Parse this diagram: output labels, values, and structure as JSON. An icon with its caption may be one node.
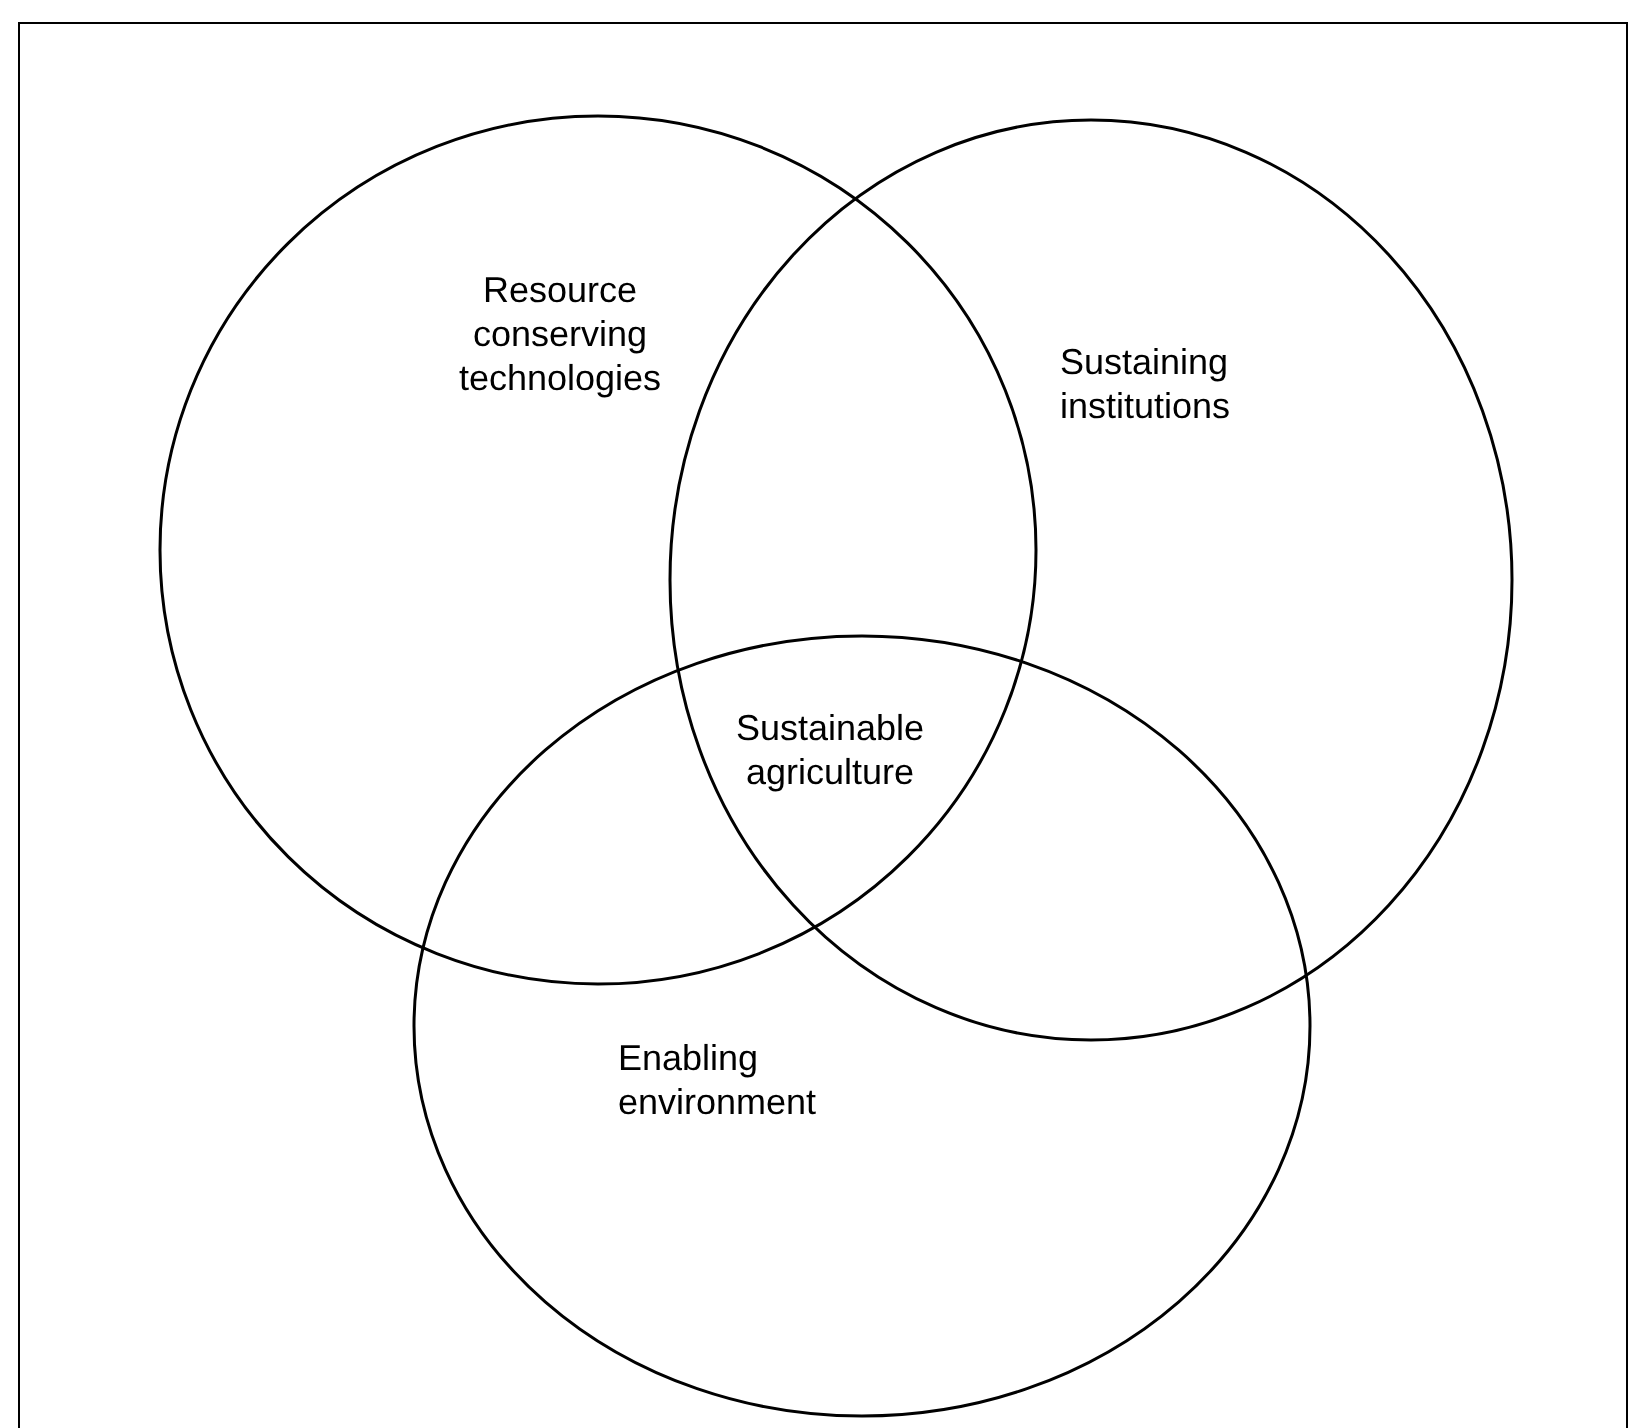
{
  "diagram": {
    "nodes": [
      {
        "text": [
          "Resource conserving technologies"
        ]
      },
      {
        "text": [
          "Sustaining institutions"
        ]
      },
      {
        "text": [
          "Enabling environment"
        ]
      }
    ],
    "labels": [
      "Sustainable agriculture"
    ]
  }
}
